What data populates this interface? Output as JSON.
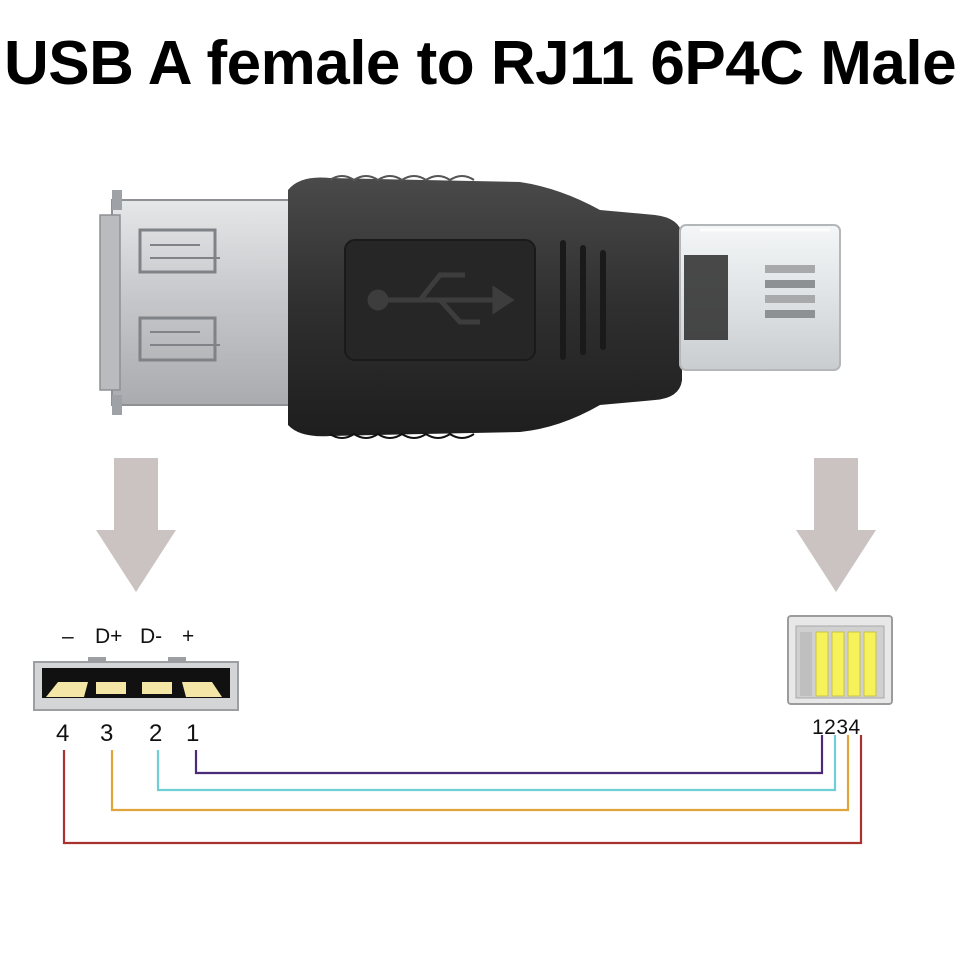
{
  "title": "USB A female to RJ11 6P4C Male",
  "usb_signals": [
    "–",
    "D+",
    "D-",
    "+"
  ],
  "usb_pins": [
    "4",
    "3",
    "2",
    "1"
  ],
  "rj11_pins": "1234",
  "wire_colors": {
    "pin1": "#4b2a7a",
    "pin2": "#6fcfd6",
    "pin3": "#e0a53a",
    "pin4": "#a8322e"
  },
  "colors": {
    "arrow": "#cbc3c1",
    "usb_contact": "#f4e6a6",
    "rj_contact": "#f6f35a",
    "adapter_body": "#3a3a3a",
    "metal": "#c9cacc"
  }
}
